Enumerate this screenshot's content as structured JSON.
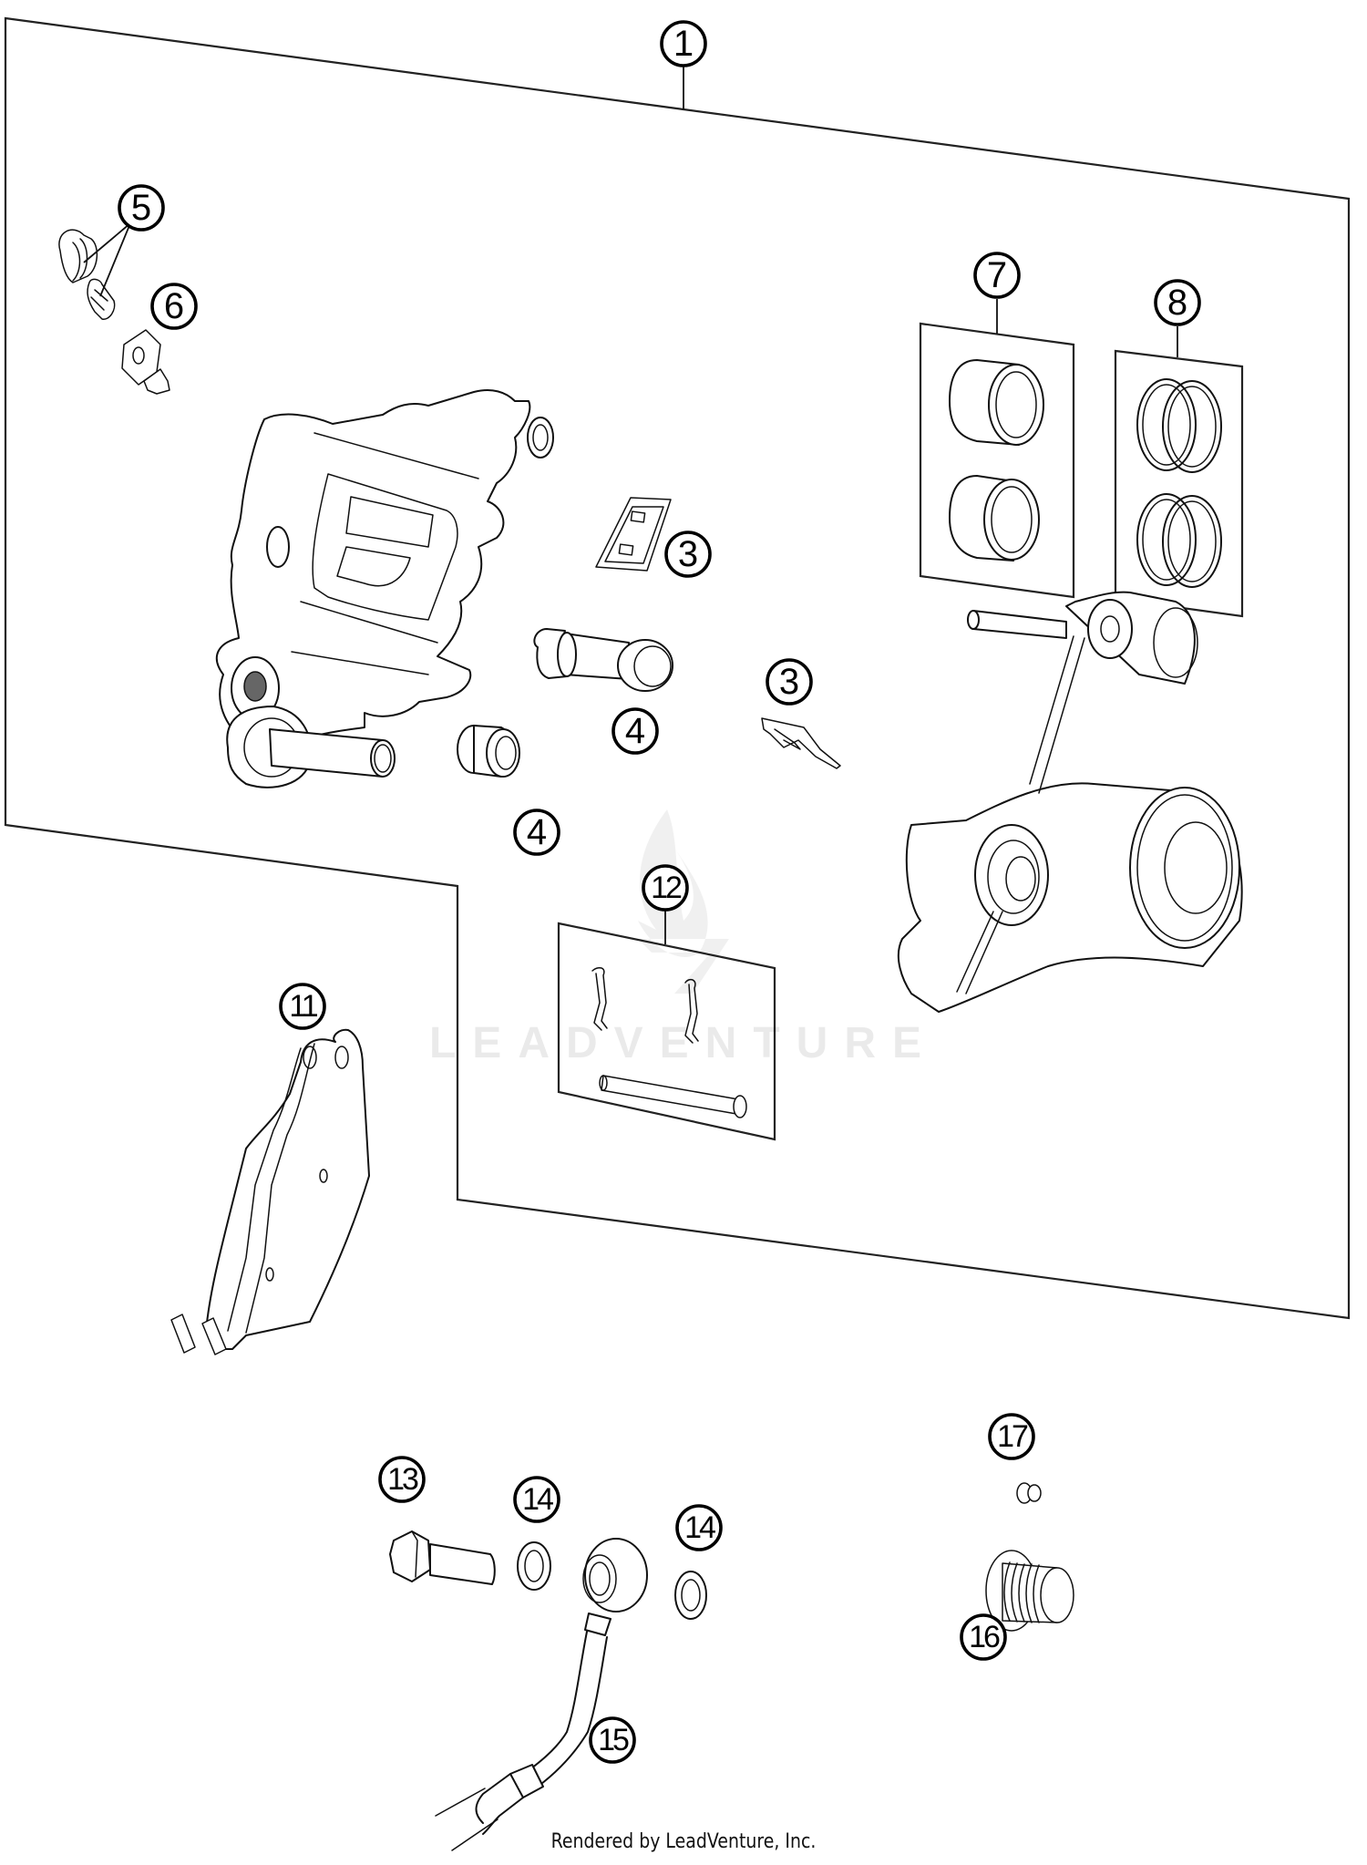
{
  "diagram": {
    "type": "exploded-parts-diagram",
    "subject": "rear brake caliper assembly",
    "watermark": "LEADVENTURE",
    "footer_caption": "Rendered by LeadVenture, Inc.",
    "callouts": [
      {
        "id": "c1",
        "label": "1",
        "part": "brake caliper assembly (framed group)"
      },
      {
        "id": "c3a",
        "label": "3",
        "part": "pad spring plate"
      },
      {
        "id": "c3b",
        "label": "3",
        "part": "pad retaining spring"
      },
      {
        "id": "c4a",
        "label": "4",
        "part": "guide pin bolt"
      },
      {
        "id": "c4b",
        "label": "4",
        "part": "guide pin boot / bushing"
      },
      {
        "id": "c5",
        "label": "5",
        "part": "bleeder screw and cap"
      },
      {
        "id": "c6",
        "label": "6",
        "part": "hex plug"
      },
      {
        "id": "c7",
        "label": "7",
        "part": "piston kit (2 pistons)"
      },
      {
        "id": "c8",
        "label": "8",
        "part": "piston seal kit"
      },
      {
        "id": "c11",
        "label": "11",
        "part": "brake pads (pair)"
      },
      {
        "id": "c12",
        "label": "12",
        "part": "pad pin with clips kit"
      },
      {
        "id": "c13",
        "label": "13",
        "part": "banjo bolt"
      },
      {
        "id": "c14a",
        "label": "14",
        "part": "sealing washer"
      },
      {
        "id": "c14b",
        "label": "14",
        "part": "sealing washer"
      },
      {
        "id": "c15",
        "label": "15",
        "part": "brake line with banjo fitting"
      },
      {
        "id": "c16",
        "label": "16",
        "part": "threaded plug"
      },
      {
        "id": "c17",
        "label": "17",
        "part": "small cap"
      }
    ]
  }
}
